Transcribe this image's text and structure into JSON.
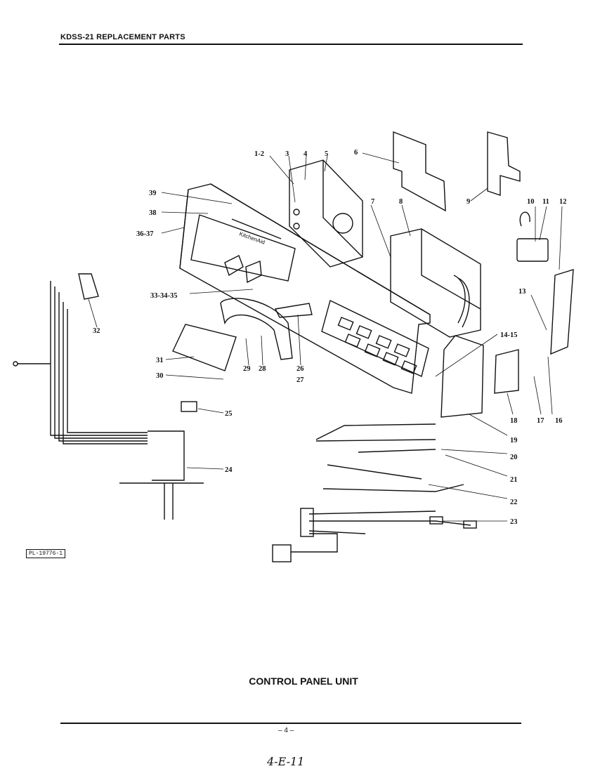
{
  "header": {
    "title": "KDSS-21 REPLACEMENT PARTS"
  },
  "diagram": {
    "reference": "PL-19776-1",
    "caption": "CONTROL PANEL UNIT",
    "callouts": [
      "1-2",
      "3",
      "4",
      "5",
      "6",
      "7",
      "8",
      "9",
      "10",
      "11",
      "12",
      "13",
      "14-15",
      "16",
      "17",
      "18",
      "19",
      "20",
      "21",
      "22",
      "23",
      "24",
      "25",
      "26",
      "27",
      "28",
      "29",
      "30",
      "31",
      "32",
      "33-34-35",
      "36-37",
      "38",
      "39"
    ],
    "console_logo": "KitchenAid"
  },
  "footer": {
    "page_number": "– 4 –",
    "handwritten_note": "4-E-11"
  }
}
